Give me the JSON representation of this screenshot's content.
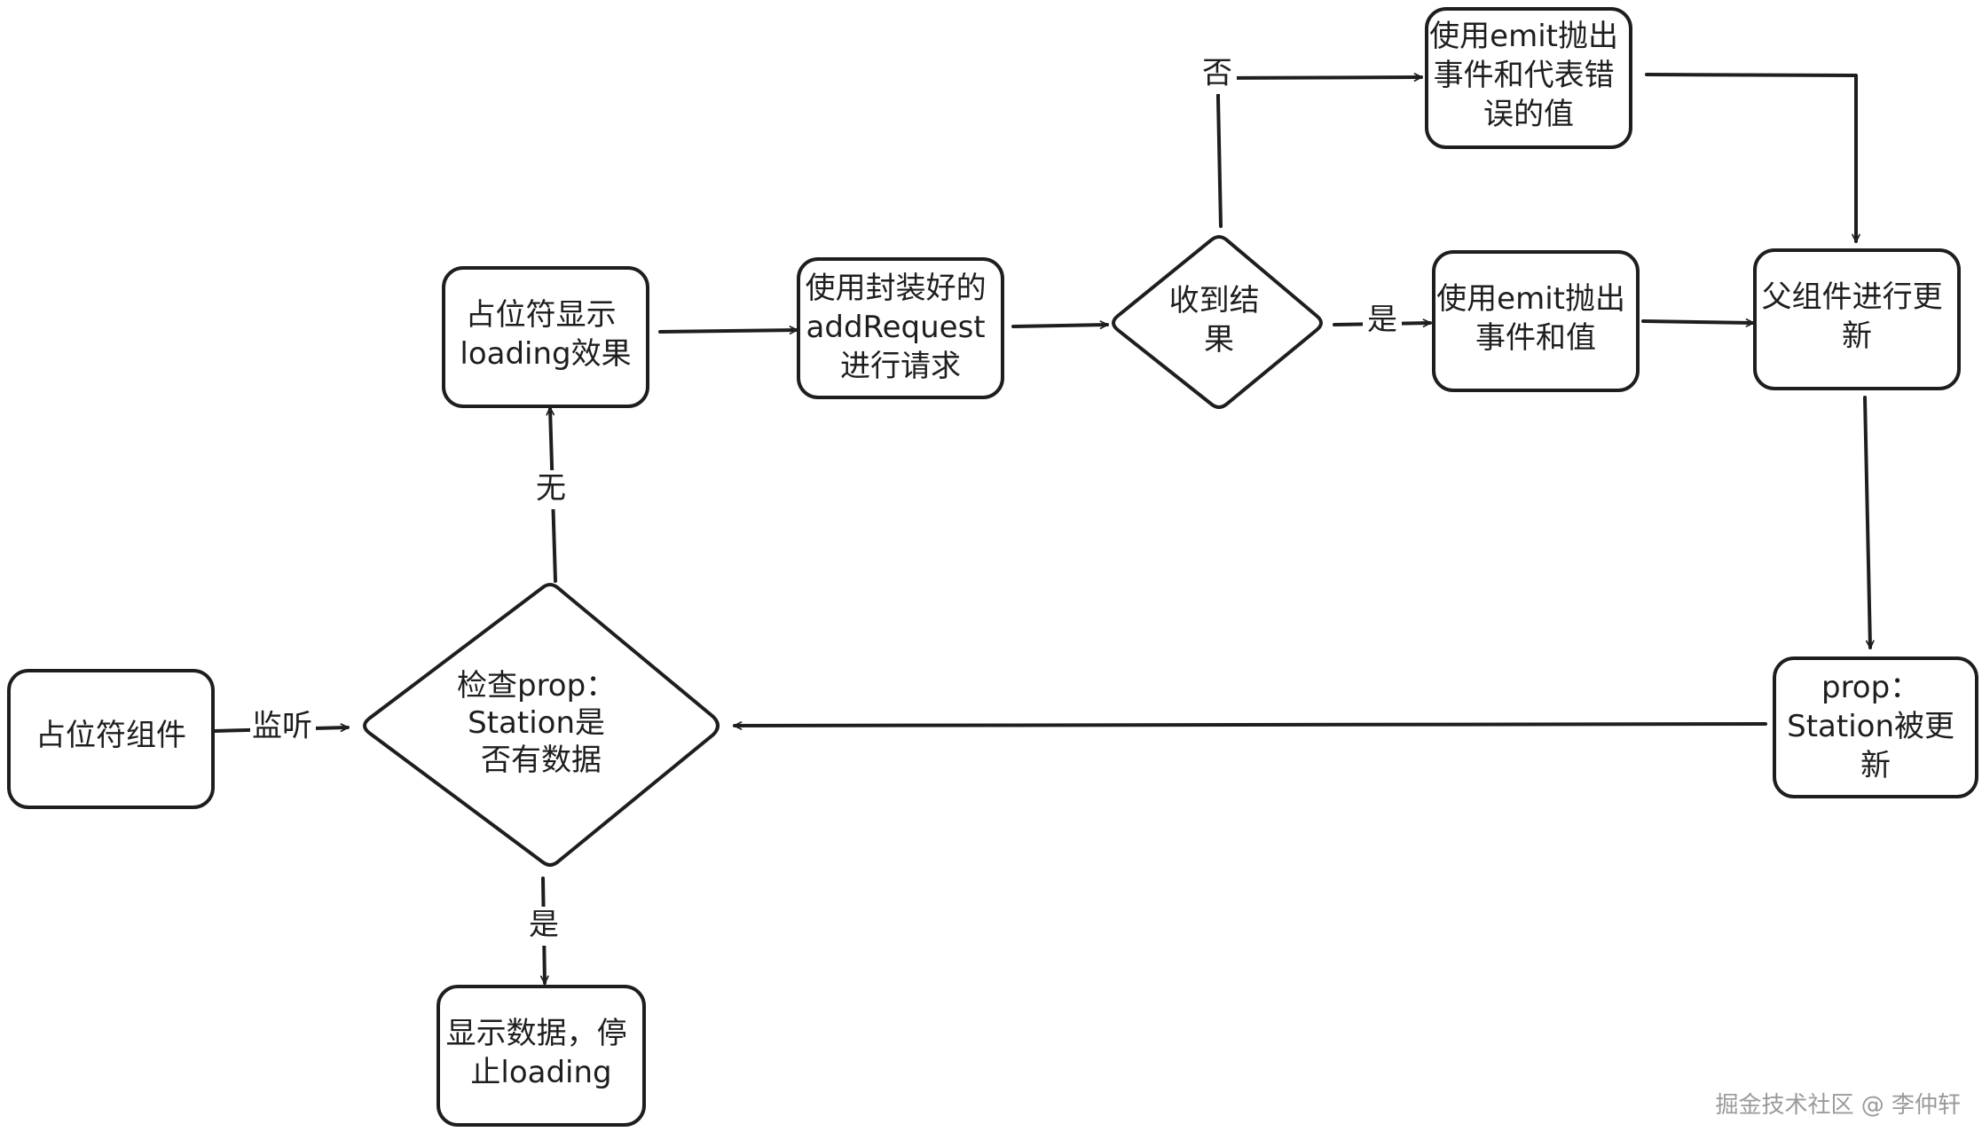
{
  "nodes": {
    "placeholder_component": {
      "lines": [
        "占位符组件"
      ]
    },
    "check_prop": {
      "lines": [
        "检查prop：",
        "Station是",
        "否有数据"
      ]
    },
    "show_loading": {
      "lines": [
        "占位符显示",
        "loading效果"
      ]
    },
    "use_add_request": {
      "lines": [
        "使用封装好的",
        "addRequest",
        "进行请求"
      ]
    },
    "received_result": {
      "lines": [
        "收到结",
        "果"
      ]
    },
    "emit_error": {
      "lines": [
        "使用emit抛出",
        "事件和代表错",
        "误的值"
      ]
    },
    "emit_value": {
      "lines": [
        "使用emit抛出",
        "事件和值"
      ]
    },
    "parent_update": {
      "lines": [
        "父组件进行更",
        "新"
      ]
    },
    "prop_updated": {
      "lines": [
        "prop：",
        "Station被更",
        "新"
      ]
    },
    "show_data": {
      "lines": [
        "显示数据，停",
        "止loading"
      ]
    }
  },
  "edges": {
    "listen": {
      "label": "监听"
    },
    "none": {
      "label": "无"
    },
    "yes_data": {
      "label": "是"
    },
    "no_result": {
      "label": "否"
    },
    "yes_result": {
      "label": "是"
    }
  },
  "watermark": "掘金技术社区 @ 李仲轩"
}
